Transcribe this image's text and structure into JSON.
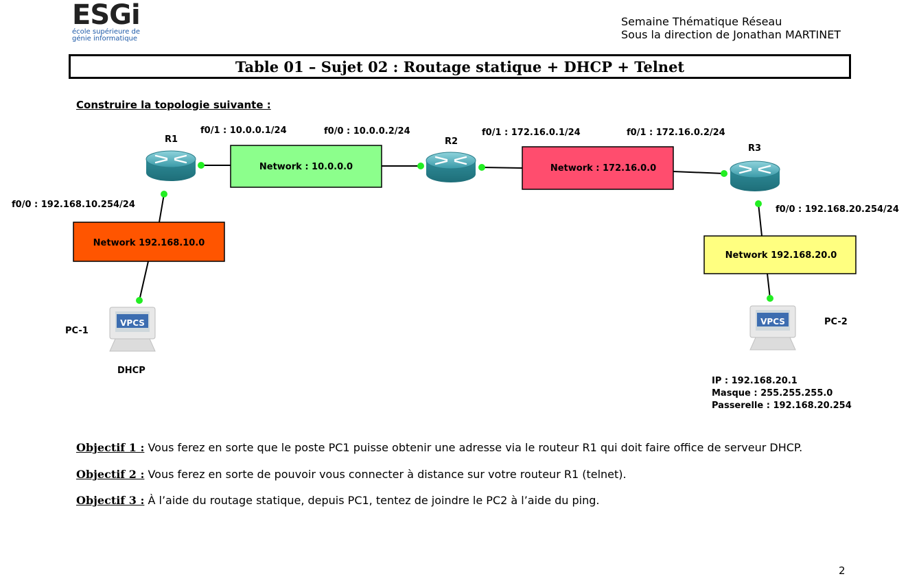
{
  "logo": {
    "mark": "ESGi",
    "line1": "école supérieure de",
    "line2": "génie informatique"
  },
  "header": {
    "line1": "Semaine Thématique Réseau",
    "line2": "Sous la direction de Jonathan MARTINET"
  },
  "title": "Table 01 – Sujet 02 : Routage statique + DHCP + Telnet",
  "heading": "Construire la topologie suivante :",
  "diagram": {
    "routers": {
      "r1": "R1",
      "r2": "R2",
      "r3": "R3"
    },
    "interfaces": {
      "r1_f01": "f0/1 : 10.0.0.1/24",
      "r2_f00": "f0/0 : 10.0.0.2/24",
      "r2_f01": "f0/1 : 172.16.0.1/24",
      "r3_f01": "f0/1 : 172.16.0.2/24",
      "r1_f00": "f0/0 : 192.168.10.254/24",
      "r3_f00": "f0/0 : 192.168.20.254/24"
    },
    "networks": {
      "n10": "Network : 10.0.0.0",
      "n172": "Network : 172.16.0.0",
      "n19210": "Network 192.168.10.0",
      "n19220": "Network 192.168.20.0"
    },
    "colors": {
      "n10": "#8cff8c",
      "n172": "#ff4d6e",
      "n19210": "#ff5500",
      "n19220": "#ffff80",
      "link_dot": "#22ee22"
    },
    "pcs": {
      "pc1": "PC-1",
      "pc2": "PC-2",
      "vpcs": "VPCS",
      "pc1_note": "DHCP",
      "pc2_ip": "IP : 192.168.20.1",
      "pc2_mask": "Masque : 255.255.255.0",
      "pc2_gw": "Passerelle : 192.168.20.254"
    }
  },
  "objectives": [
    {
      "key": "Objectif 1 :",
      "text": " Vous ferez en sorte que le poste PC1 puisse obtenir une adresse via le routeur R1 qui doit faire office de serveur DHCP."
    },
    {
      "key": "Objectif 2 :",
      "text": " Vous ferez en sorte de pouvoir vous connecter à distance sur votre routeur R1 (telnet)."
    },
    {
      "key": "Objectif 3 :",
      "text": " À l’aide du routage statique, depuis PC1, tentez de joindre le PC2 à l’aide du ping."
    }
  ],
  "page_number": "2"
}
